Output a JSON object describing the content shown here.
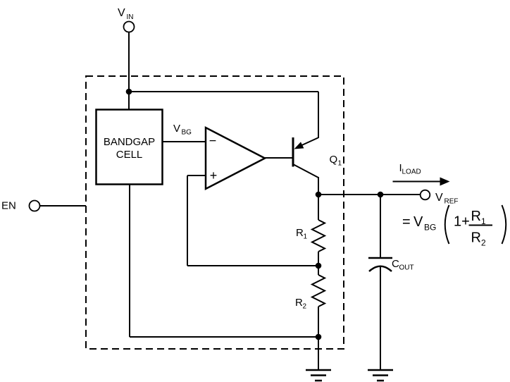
{
  "colors": {
    "line": "#000000",
    "background": "#ffffff",
    "text": "#000000"
  },
  "terminals": {
    "vin": {
      "main": "V",
      "sub": "IN"
    },
    "en": {
      "label": "EN"
    },
    "vref": {
      "main": "V",
      "sub": "REF"
    }
  },
  "bandgap_cell": {
    "line1": "BANDGAP",
    "line2": "CELL"
  },
  "opamp": {
    "inverting": "−",
    "noninverting": "+"
  },
  "transistor": {
    "main": "Q",
    "sub": "1"
  },
  "resistors": {
    "r1": {
      "main": "R",
      "sub": "1"
    },
    "r2": {
      "main": "R",
      "sub": "2"
    }
  },
  "capacitor": {
    "main": "C",
    "sub": "OUT"
  },
  "signals": {
    "vbg": {
      "main": "V",
      "sub": "BG"
    },
    "iload": {
      "main": "I",
      "sub": "LOAD"
    }
  },
  "formula": {
    "equals": "=",
    "v_main": "V",
    "v_sub": "BG",
    "one_plus": "1+",
    "r1_main": "R",
    "r1_sub": "1",
    "r2_main": "R",
    "r2_sub": "2"
  }
}
